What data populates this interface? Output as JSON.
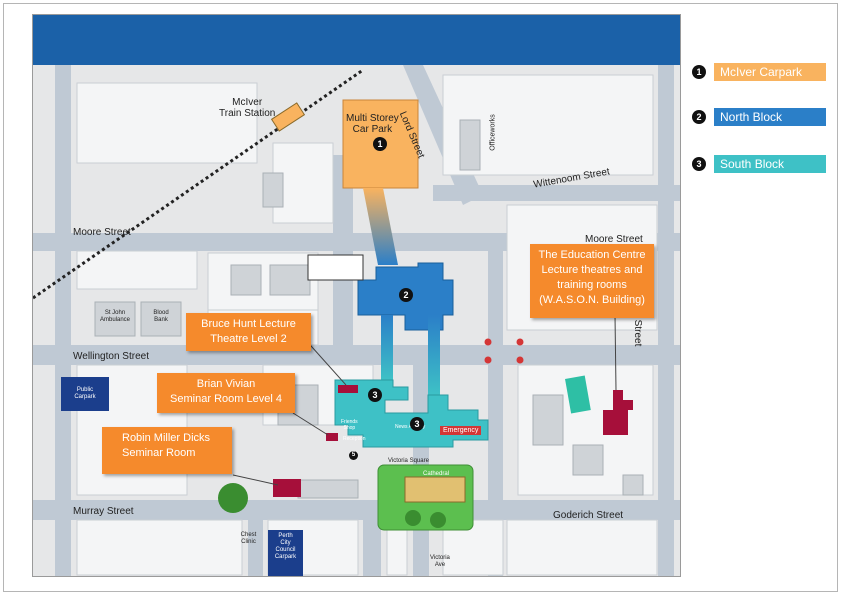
{
  "legend": [
    {
      "num": "1",
      "label": "McIver Carpark",
      "color": "#f9b35f"
    },
    {
      "num": "2",
      "label": "North Block",
      "color": "#2b7fc8"
    },
    {
      "num": "3",
      "label": "South Block",
      "color": "#3ec1c6"
    }
  ],
  "streets": {
    "mciver_station": "McIver\nTrain Station",
    "lord": "Lord Street",
    "officeworks": "Officeworks",
    "wittenoom": "Wittenoom Street",
    "moore_left": "Moore Street",
    "moore_right": "Moore Street",
    "hill": "Hill Street",
    "wellington": "Wellington Street",
    "murray": "Murray Street",
    "goderich": "Goderich Street",
    "victoria_square": "Victoria Square",
    "victoria_ave": "Victoria\nAve",
    "cathedral": "Cathedral"
  },
  "places": {
    "multi_storey": "Multi Storey\nCar Park",
    "st_john": "St John\nAmbulance",
    "blood_bank": "Blood\nBank",
    "public_carpark": "Public\nCarpark",
    "chest_clinic": "Chest\nClinic",
    "perth_council": "Perth\nCity\nCouncil\nCarpark",
    "friends_shop": "Friends\nShop",
    "news_agency": "News Agency",
    "reception": "Reception",
    "emergency": "Emergency"
  },
  "callouts": {
    "bruce_hunt": "Bruce Hunt Lecture\nTheatre Level 2",
    "brian_vivian": "Brian Vivian\nSeminar Room Level 4",
    "robin_miller": "Robin Miller Dicks\nSeminar Room",
    "education": "The Education Centre\nLecture theatres and\ntraining rooms\n(W.A.S.O.N. Building)"
  },
  "markers": {
    "carpark": "1",
    "north": "2",
    "south_a": "3",
    "south_b": "3",
    "reception_num": "5"
  },
  "colors": {
    "banner": "#1b61a8",
    "callout": "#f58a2c",
    "building": "#a60f3a",
    "road": "#bfc9d4"
  }
}
